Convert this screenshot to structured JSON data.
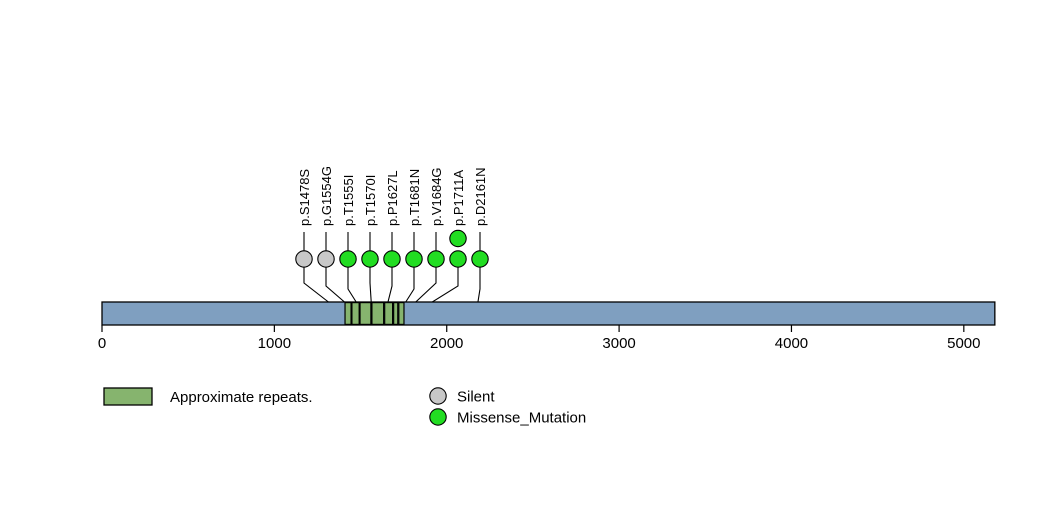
{
  "chart_data": {
    "type": "lollipop",
    "title": "",
    "xlabel": "",
    "ylabel": "",
    "xlim": [
      0,
      5180
    ],
    "protein_length": 5180,
    "axis": {
      "ticks": [
        0,
        1000,
        2000,
        3000,
        4000,
        5000
      ],
      "tick_labels": [
        "0",
        "1000",
        "2000",
        "3000",
        "4000",
        "5000"
      ],
      "grid": false
    },
    "domains": [
      {
        "name": "Approximate repeats.",
        "start": 1410,
        "end": 1445,
        "color": "#86b46e"
      },
      {
        "name": "Approximate repeats.",
        "start": 1450,
        "end": 1492,
        "color": "#86b46e"
      },
      {
        "name": "Approximate repeats.",
        "start": 1497,
        "end": 1560,
        "color": "#86b46e"
      },
      {
        "name": "Approximate repeats.",
        "start": 1566,
        "end": 1634,
        "color": "#86b46e"
      },
      {
        "name": "Approximate repeats.",
        "start": 1640,
        "end": 1686,
        "color": "#86b46e"
      },
      {
        "name": "Approximate repeats.",
        "start": 1692,
        "end": 1716,
        "color": "#86b46e"
      },
      {
        "name": "Approximate repeats.",
        "start": 1722,
        "end": 1752,
        "color": "#86b46e"
      }
    ],
    "mutations": [
      {
        "label": "p.S1478S",
        "position": 1478,
        "count": 1,
        "type": "Silent",
        "color": "#c8c8c8"
      },
      {
        "label": "p.G1554G",
        "position": 1554,
        "count": 1,
        "type": "Silent",
        "color": "#c8c8c8"
      },
      {
        "label": "p.T1555I",
        "position": 1555,
        "count": 1,
        "type": "Missense_Mutation",
        "color": "#22dd22"
      },
      {
        "label": "p.T1570I",
        "position": 1570,
        "count": 1,
        "type": "Missense_Mutation",
        "color": "#22dd22"
      },
      {
        "label": "p.P1627L",
        "position": 1627,
        "count": 1,
        "type": "Missense_Mutation",
        "color": "#22dd22"
      },
      {
        "label": "p.T1681N",
        "position": 1681,
        "count": 1,
        "type": "Missense_Mutation",
        "color": "#22dd22"
      },
      {
        "label": "p.V1684G",
        "position": 1684,
        "count": 1,
        "type": "Missense_Mutation",
        "color": "#22dd22"
      },
      {
        "label": "p.P1711A",
        "position": 1711,
        "count": 2,
        "type": "Missense_Mutation",
        "color": "#22dd22"
      },
      {
        "label": "p.D2161N",
        "position": 2161,
        "count": 1,
        "type": "Missense_Mutation",
        "color": "#22dd22"
      }
    ],
    "legend": {
      "position": "bottom-left",
      "domain_entries": [
        {
          "label": "Approximate repeats.",
          "color": "#86b46e"
        }
      ],
      "mutation_entries": [
        {
          "label": "Silent",
          "color": "#c8c8c8"
        },
        {
          "label": "Missense_Mutation",
          "color": "#22dd22"
        }
      ]
    },
    "colors": {
      "backbone": "#7f9fc0",
      "domain": "#86b46e",
      "silent": "#c8c8c8",
      "missense": "#22dd22",
      "outline": "#000000",
      "background": "#ffffff"
    }
  }
}
